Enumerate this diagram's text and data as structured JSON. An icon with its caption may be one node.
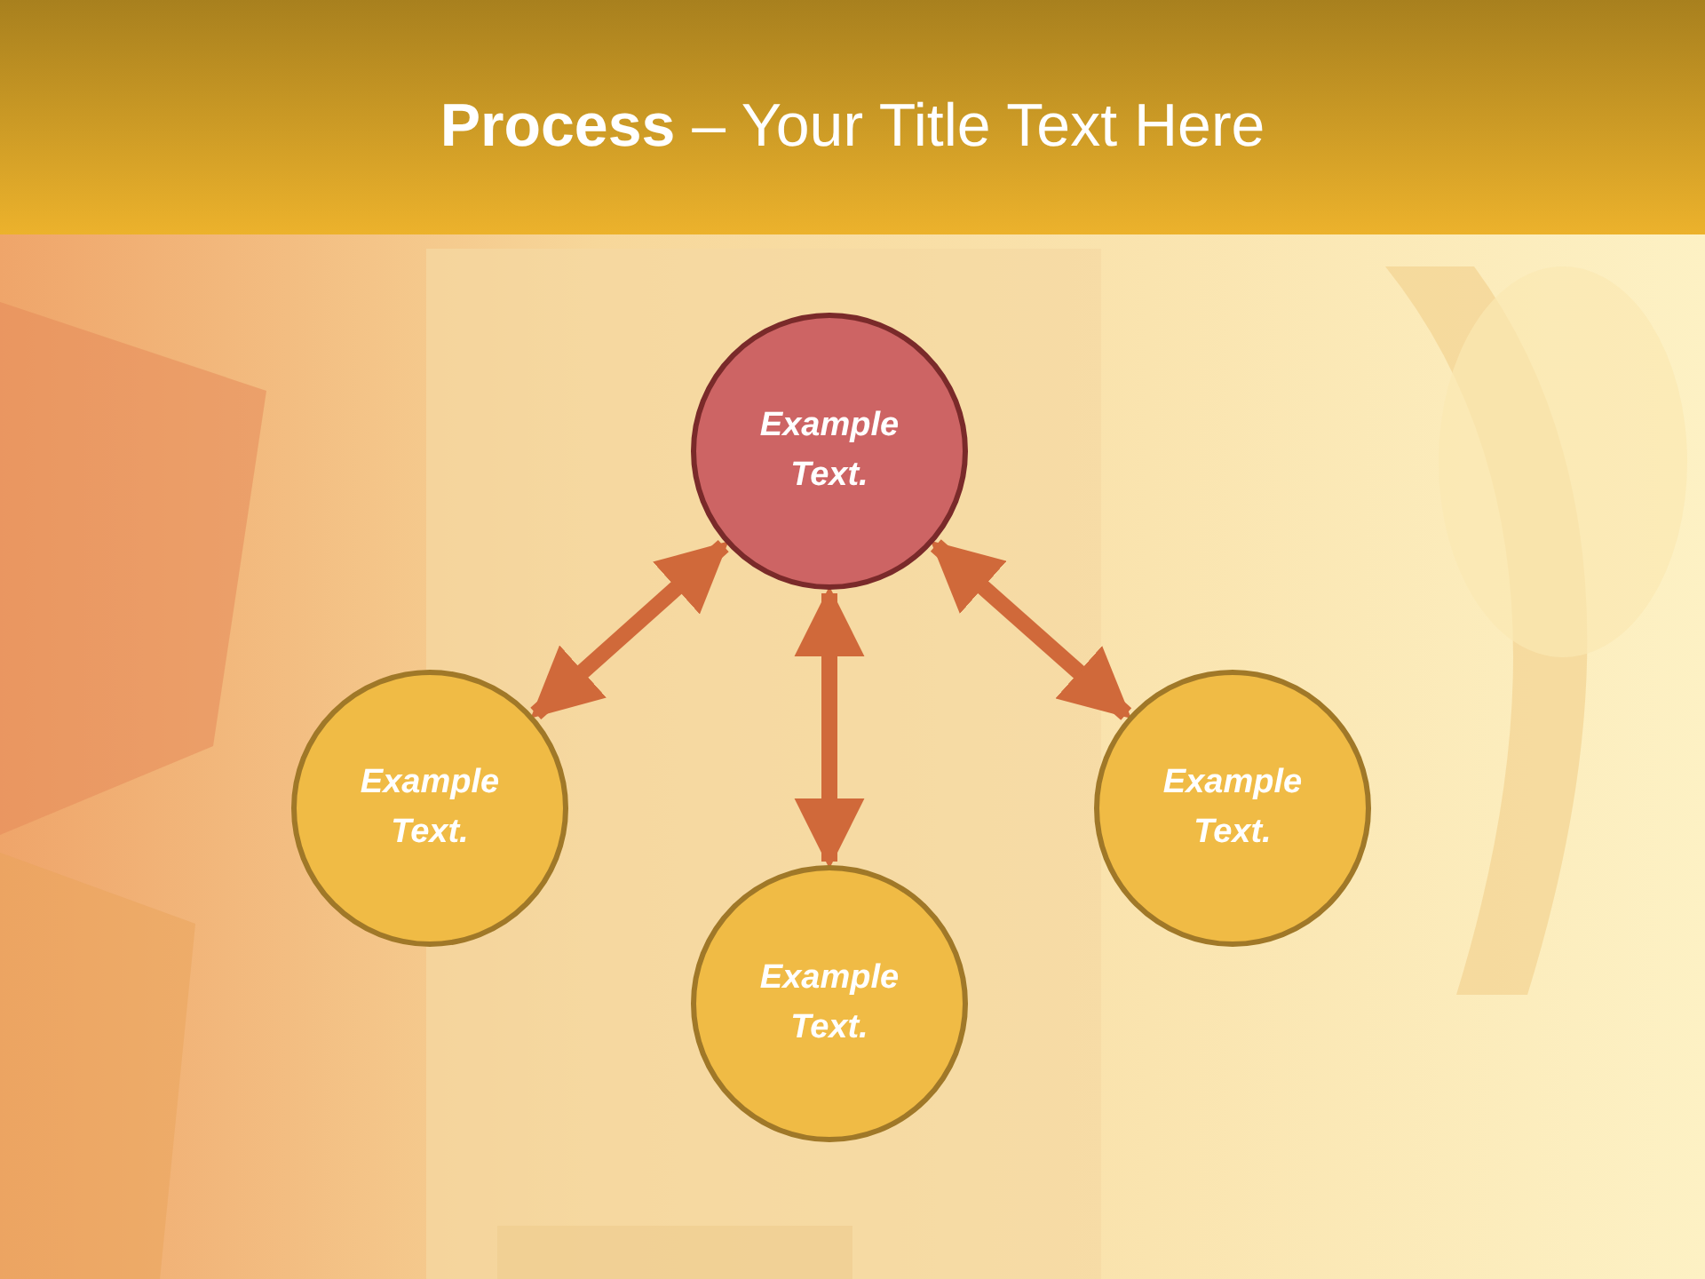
{
  "diagram": {
    "title": "**Process** – Your Title Text Here",
    "nodes": [
      {
        "text": [
          "Example Text."
        ]
      },
      {
        "text": [
          "Example Text."
        ]
      },
      {
        "text": [
          "Example Text."
        ]
      },
      {
        "text": [
          "Example Text."
        ]
      }
    ],
    "edges": [
      {
        "from": 0,
        "to": 1,
        "arrow": "both"
      },
      {
        "from": 0,
        "to": 2,
        "arrow": "both"
      },
      {
        "from": 0,
        "to": 3,
        "arrow": "both"
      }
    ]
  }
}
